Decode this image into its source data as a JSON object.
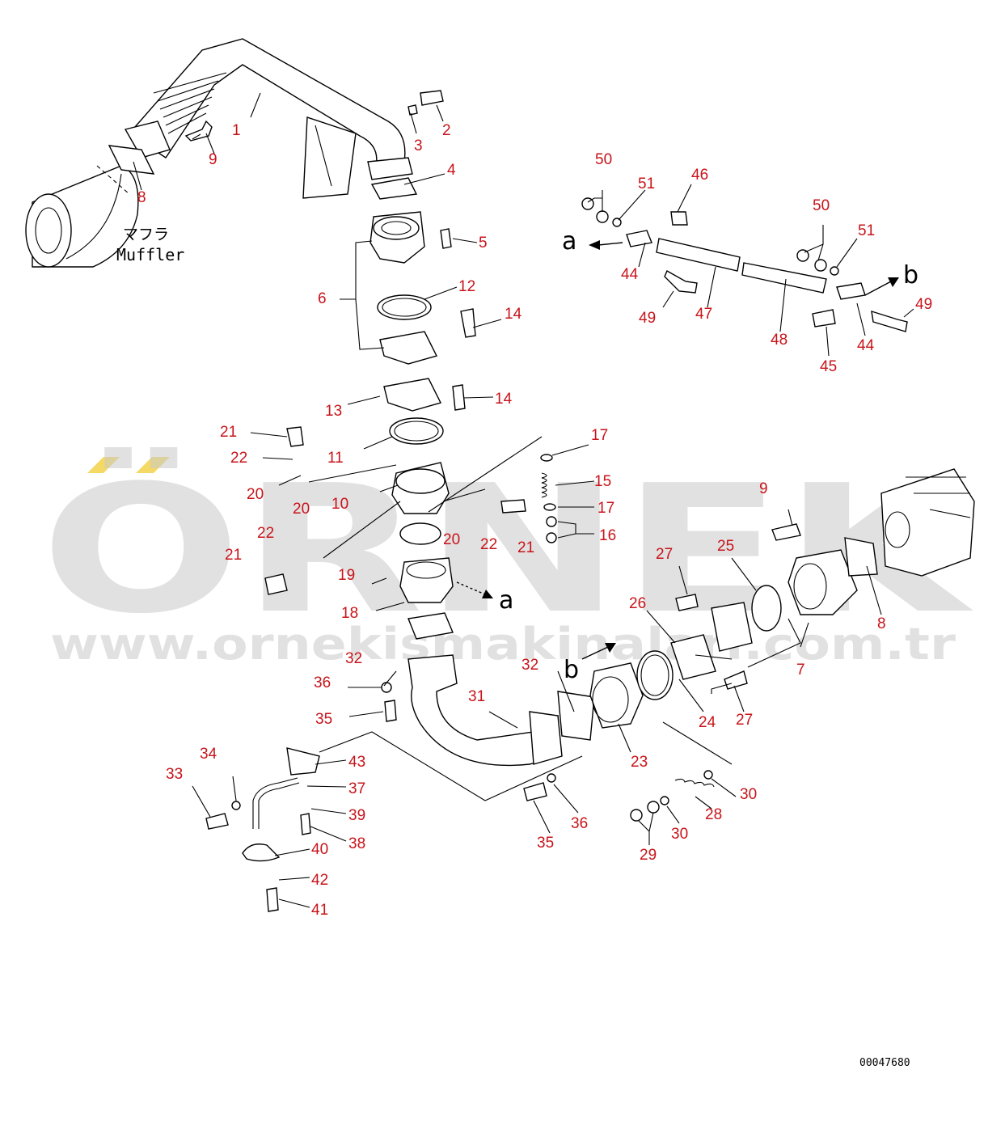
{
  "diagram": {
    "muffler_label_jp": "マフラ",
    "muffler_label_en": "Muffler",
    "drawing_number": "00047680",
    "watermark": {
      "brand": "ÖRNEK",
      "url": "www.ornekismakinalari.com.tr"
    },
    "colors": {
      "callout": "#c8141a",
      "line": "#000000",
      "watermark": "#c9c9c9",
      "accent": "#f3d24a"
    },
    "arrow_letters": [
      "a",
      "b",
      "a",
      "b"
    ],
    "callouts": [
      "1",
      "2",
      "3",
      "4",
      "5",
      "6",
      "12",
      "14",
      "13",
      "14",
      "11",
      "21",
      "22",
      "20",
      "10",
      "17",
      "15",
      "17",
      "16",
      "20",
      "22",
      "21",
      "22",
      "20",
      "21",
      "19",
      "18",
      "32",
      "36",
      "35",
      "34",
      "33",
      "43",
      "37",
      "39",
      "38",
      "40",
      "42",
      "41",
      "31",
      "32",
      "23",
      "35",
      "36",
      "29",
      "30",
      "28",
      "30",
      "24",
      "27",
      "26",
      "27",
      "25",
      "9",
      "8",
      "7",
      "50",
      "51",
      "46",
      "44",
      "49",
      "47",
      "50",
      "51",
      "48",
      "49",
      "45",
      "44",
      "8",
      "9"
    ]
  }
}
